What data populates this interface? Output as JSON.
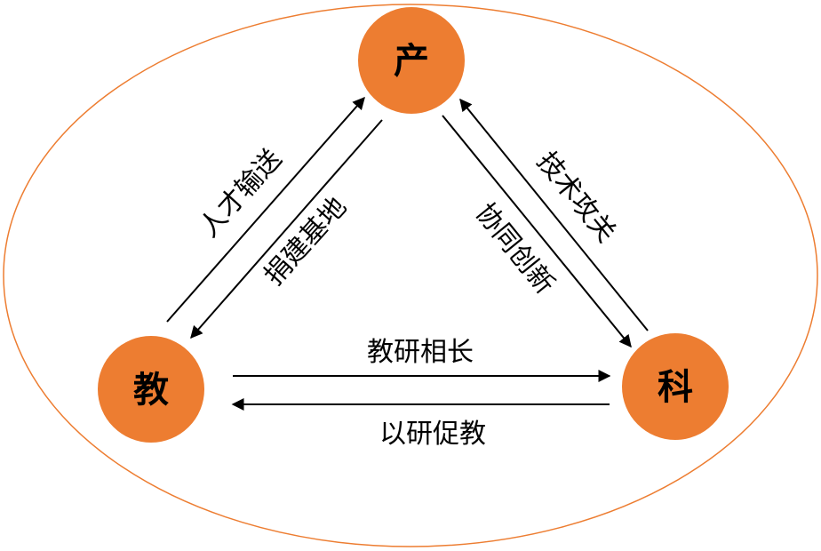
{
  "colors": {
    "node_fill": "#ED7D31",
    "ellipse_stroke": "#ED7D31",
    "arrow": "#000000"
  },
  "nodes": {
    "top": "产",
    "left": "教",
    "right": "科"
  },
  "edges": {
    "left_to_top": "人才输送",
    "top_to_left": "捐建基地",
    "right_to_top": "技术攻关",
    "top_to_right": "协同创新",
    "left_to_right": "教研相长",
    "right_to_left": "以研促教"
  }
}
